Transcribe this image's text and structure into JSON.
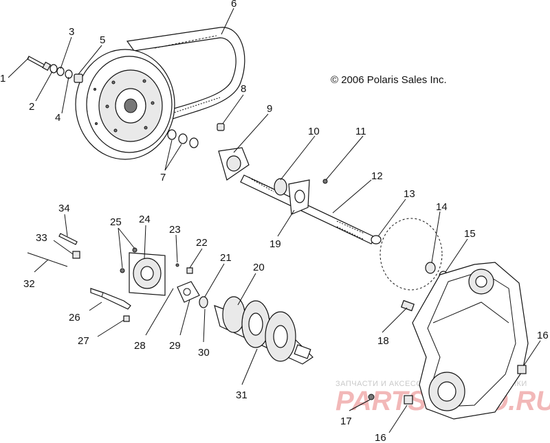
{
  "copyright": "© 2006 Polaris Sales Inc.",
  "watermark": {
    "line1": "ЗАПЧАСТИ И АКСЕССУАРЫ ДЛЯ МОТОТЕХНИКИ",
    "line2": "PARTSMOTO.RU"
  },
  "callouts": {
    "c1": "1",
    "c2": "2",
    "c3": "3",
    "c4": "4",
    "c5": "5",
    "c6": "6",
    "c7": "7",
    "c8": "8",
    "c9": "9",
    "c10": "10",
    "c11": "11",
    "c12": "12",
    "c13": "13",
    "c14": "14",
    "c15": "15",
    "c16a": "16",
    "c16b": "16",
    "c17": "17",
    "c18": "18",
    "c19": "19",
    "c20": "20",
    "c21": "21",
    "c22": "22",
    "c23": "23",
    "c24": "24",
    "c25": "25",
    "c26": "26",
    "c27": "27",
    "c28": "28",
    "c29": "29",
    "c30": "30",
    "c31": "31",
    "c32": "32",
    "c33": "33",
    "c34": "34"
  }
}
